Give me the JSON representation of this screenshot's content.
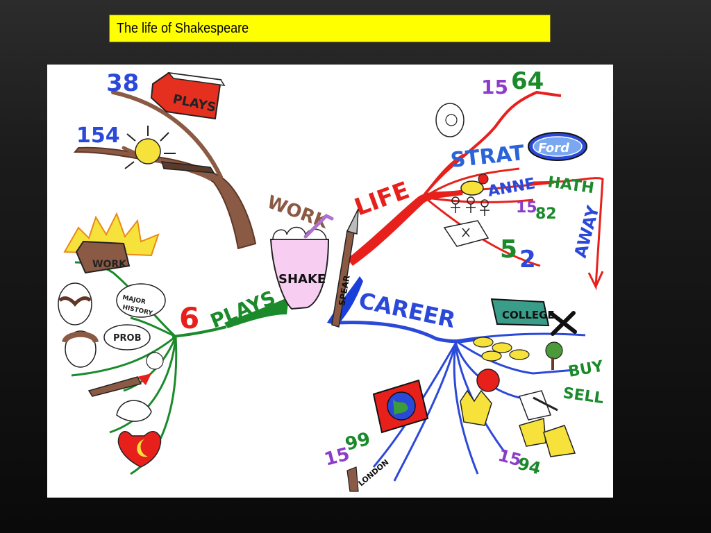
{
  "slide": {
    "title": "The life of Shakespeare"
  },
  "mind_map": {
    "center": {
      "top_label": "SHAKE",
      "bottom_label": "SPEAR"
    },
    "work": {
      "branch_label": "WORK",
      "plays_count": "38",
      "book_label": "PLAYS",
      "sonnets_count": "154"
    },
    "life": {
      "branch_label": "LIFE",
      "born_year_a": "15",
      "born_year_b": "64",
      "birthplace": "STRAT",
      "car_logo": "Ford",
      "wife_first": "ANNE",
      "wife_last": "HATH",
      "away_label": "AWAY",
      "marriage_year_a": "15",
      "marriage_year_b": "82",
      "death_age_a": "5",
      "death_age_b": "2"
    },
    "career": {
      "branch_label": "CAREER",
      "college_label": "COLLEGE",
      "buy_label": "BUY",
      "sell_label": "SELL",
      "london_year_a": "15",
      "london_year_b": "99",
      "london_label": "LONDON",
      "late_year_a": "15",
      "late_year_b": "94"
    },
    "plays": {
      "branch_label": "PLAYS",
      "count": "6",
      "sun_label": "WORK",
      "bubble_major": "MAJOR",
      "bubble_history": "HISTORY",
      "bubble_prob": "PROB"
    }
  }
}
